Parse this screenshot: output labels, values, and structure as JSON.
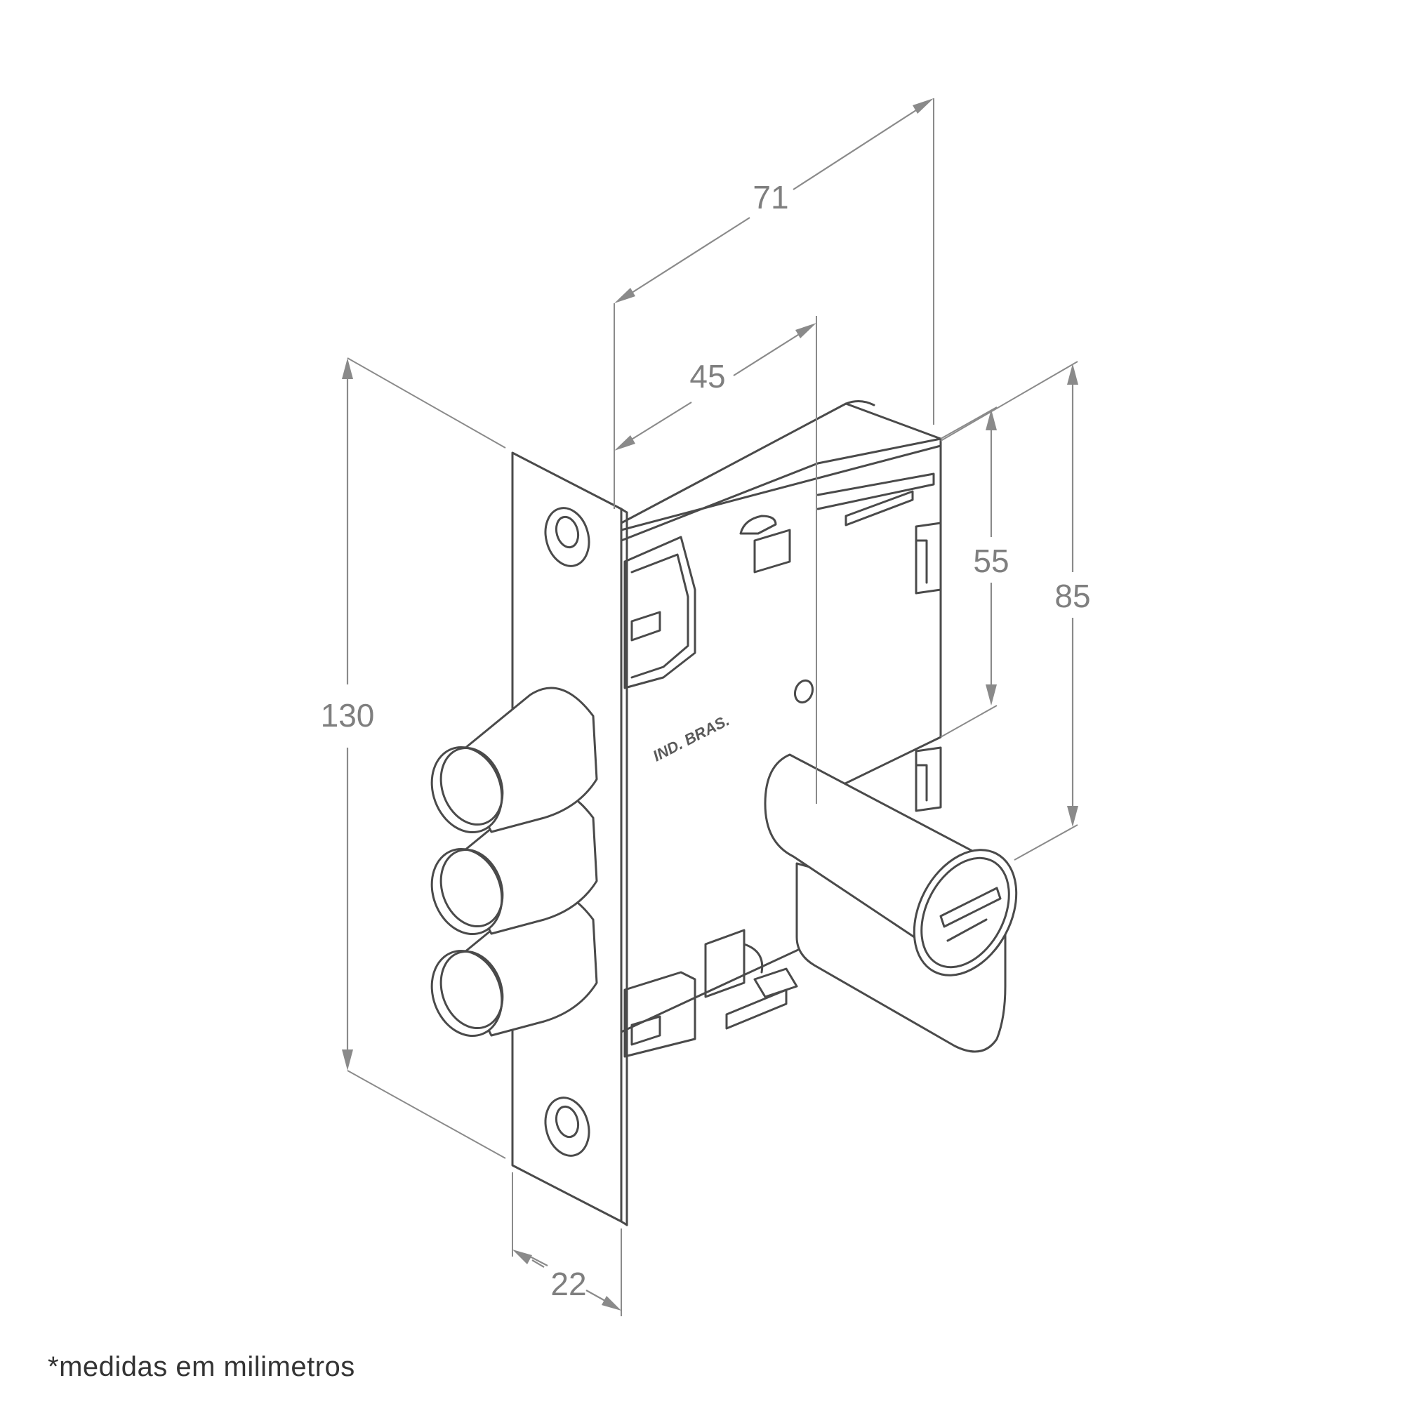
{
  "dimensions": {
    "height_total": "130",
    "depth_total": "71",
    "backset": "45",
    "lower_distance": "55",
    "upper_distance": "85",
    "faceplate_width": "22"
  },
  "stamp": "IND. BRAS.",
  "footnote": "*medidas em milimetros",
  "colors": {
    "line": "#4a4a4a",
    "dimension": "#8a8a8a"
  }
}
